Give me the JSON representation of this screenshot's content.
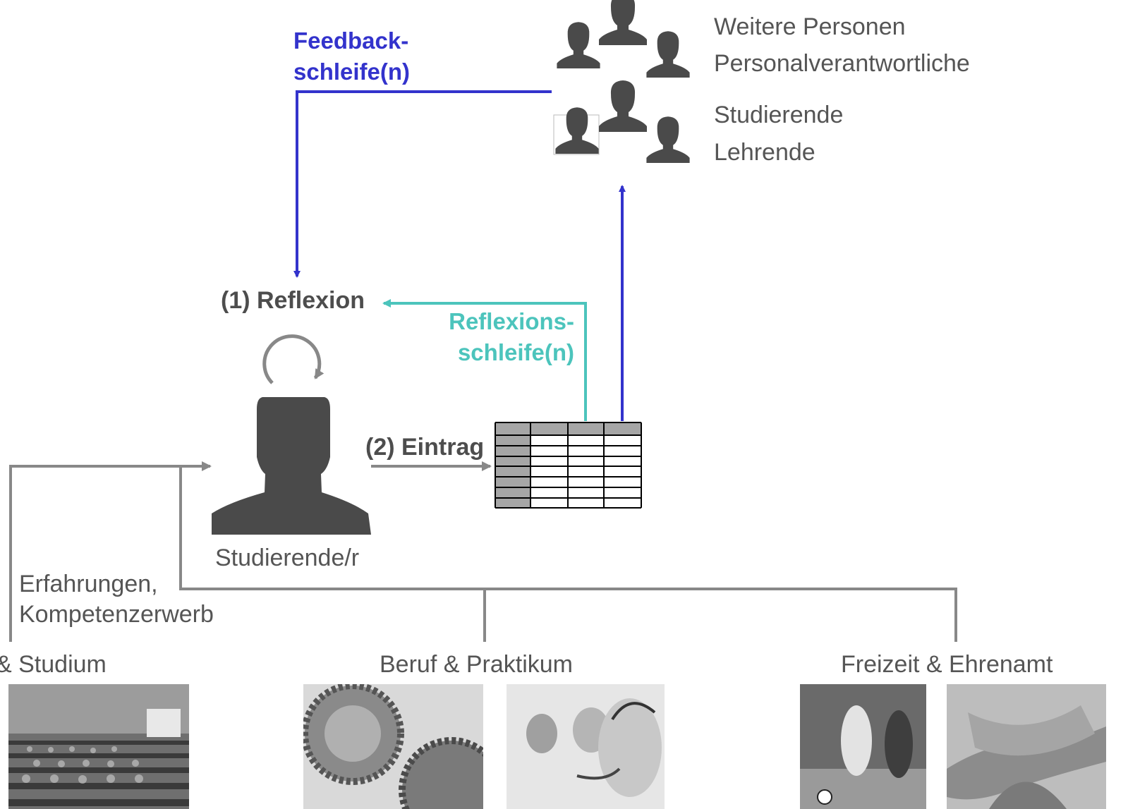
{
  "groups": {
    "weitere": "Weitere Personen",
    "personal": "Personalverantwortliche",
    "studierende": "Studierende",
    "lehrende": "Lehrende"
  },
  "feedback": {
    "line1": "Feedback-",
    "line2": "schleife(n)"
  },
  "reflexion": "(1) Reflexion",
  "reflexions_loop": {
    "line1": "Reflexions-",
    "line2": "schleife(n)"
  },
  "eintrag": "(2) Eintrag",
  "student": "Studierende/r",
  "experience": {
    "line1": "Erfahrungen,",
    "line2": "Kompetenzerwerb"
  },
  "areas": {
    "studium": "& Studium",
    "beruf": "Beruf & Praktikum",
    "freizeit": "Freizeit & Ehrenamt"
  },
  "colors": {
    "feedback": "#3333cc",
    "reflexion": "#4cc4bc",
    "gray": "#888888",
    "silhouette": "#4a4a4a"
  }
}
